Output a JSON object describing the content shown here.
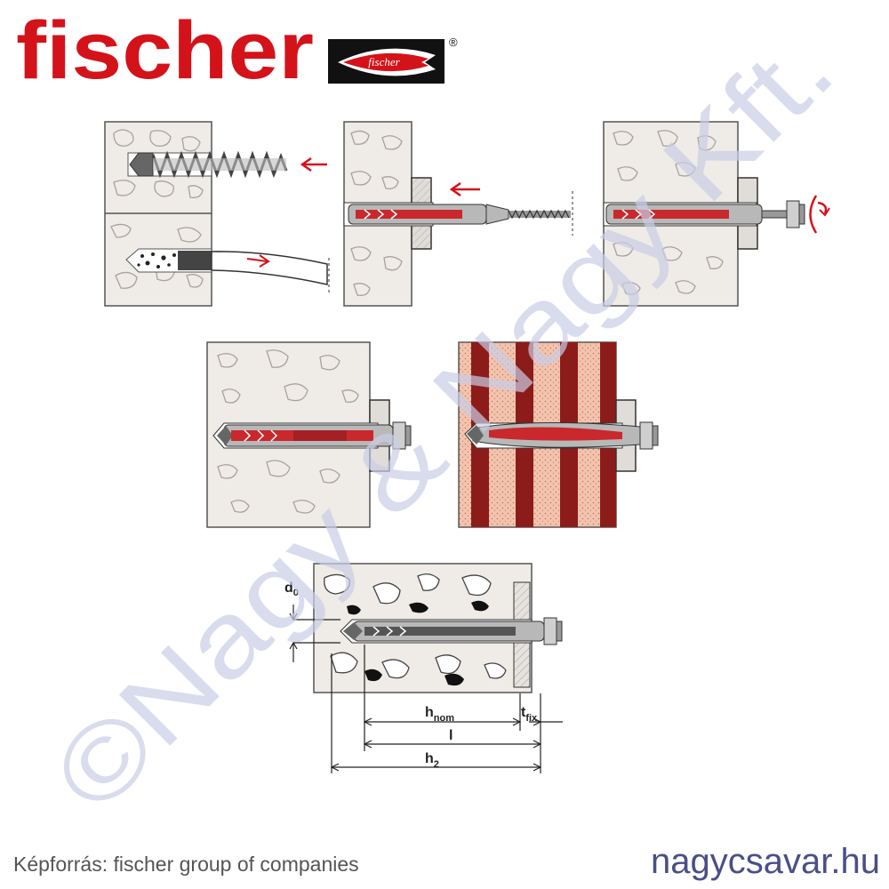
{
  "brand": {
    "name": "fischer",
    "badge_text": "fischer",
    "registered_mark": "®",
    "brand_color": "#d4121a"
  },
  "watermark": {
    "text": "©Nagy & Nagy Kft.",
    "color": "#c9cde6"
  },
  "dimensions": {
    "d0": {
      "main": "d",
      "sub": "0"
    },
    "hnom": {
      "main": "h",
      "sub": "nom"
    },
    "tfix": {
      "main": "t",
      "sub": "fix"
    },
    "l": {
      "main": "l",
      "sub": ""
    },
    "h2": {
      "main": "h",
      "sub": "2"
    }
  },
  "footer": {
    "credit": "Képforrás: fischer group of companies",
    "site": "nagycsavar.hu",
    "site_color": "#4a4f86"
  },
  "colors": {
    "concrete": "#efebe6",
    "dark_red": "#8c1c19",
    "anchor_red": "#c9282d",
    "anchor_grey": "#b8b8b8",
    "brick_light": "#f3c3ad"
  }
}
